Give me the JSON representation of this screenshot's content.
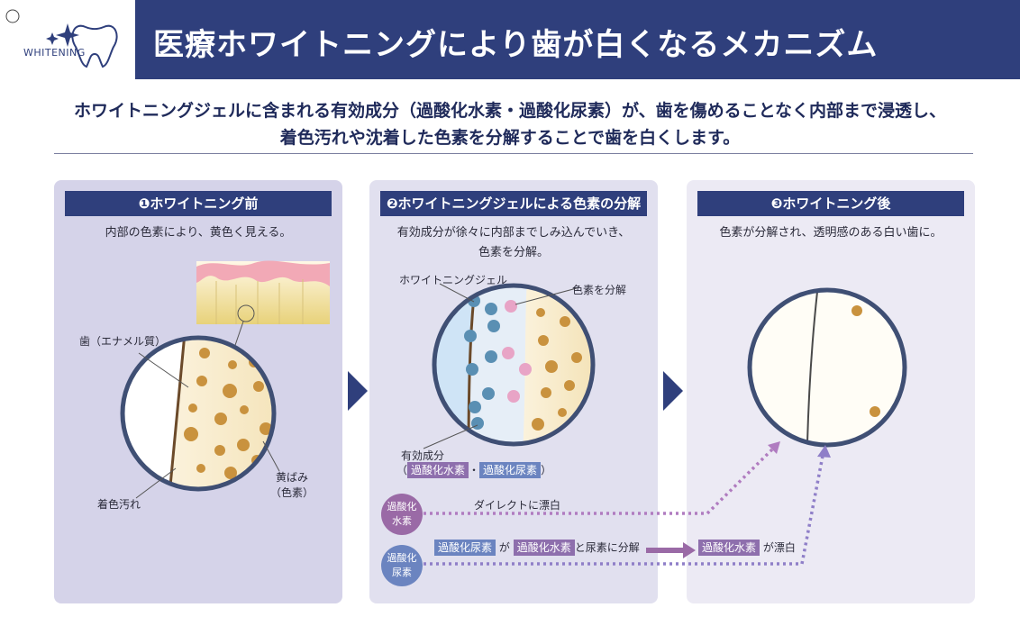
{
  "header": {
    "logo_label": "WHITENING",
    "title": "医療ホワイトニングにより歯が白くなるメカニズム"
  },
  "intro": {
    "line1": "ホワイトニングジェルに含まれる有効成分（過酸化水素・過酸化尿素）が、歯を傷めることなく内部まで浸透し、",
    "line2": "着色汚れや沈着した色素を分解することで歯を白くします。"
  },
  "panels": [
    {
      "title": "❶ホワイトニング前",
      "desc": "内部の色素により、黄色く見える。"
    },
    {
      "title": "❷ホワイトニングジェルによる色素の分解",
      "desc1": "有効成分が徐々に内部までしみ込んでいき、",
      "desc2": "色素を分解。"
    },
    {
      "title": "❸ホワイトニング後",
      "desc": "色素が分解され、透明感のある白い歯に。"
    }
  ],
  "labels": {
    "enamel": "歯（エナメル質）",
    "stain": "着色汚れ",
    "yellow1": "黄ばみ",
    "yellow2": "（色素）",
    "gel": "ホワイトニングジェル",
    "decompose": "色素を分解",
    "active": "有効成分",
    "paren_open": "（",
    "paren_dot": "・",
    "paren_close": "）"
  },
  "chemicals": {
    "h2o2": "過酸化水素",
    "urea_peroxide": "過酸化尿素"
  },
  "flows": {
    "badge1_line1": "過酸化",
    "badge1_line2": "水素",
    "badge2_line1": "過酸化",
    "badge2_line2": "尿素",
    "direct": "ダイレクトに漂白",
    "ga": "が",
    "and_urea": "と尿素に分解",
    "bleach": "が漂白"
  },
  "colors": {
    "navy": "#2f3f7c",
    "purple": "#8e6fad",
    "blue": "#6b84c0",
    "stain": "#c9923e"
  }
}
